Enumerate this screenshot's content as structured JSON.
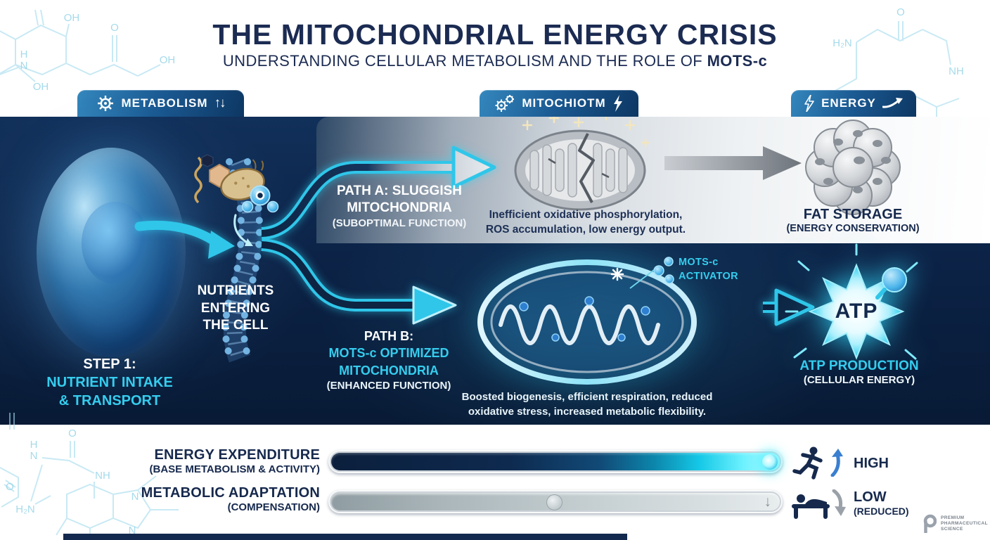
{
  "header": {
    "title": "THE MITOCHONDRIAL ENERGY CRISIS",
    "subtitle_prefix": "UNDERSTANDING CELLULAR METABOLISM AND THE ROLE OF ",
    "subtitle_bold": "MOTS-c"
  },
  "badges": [
    {
      "label": "METABOLISM",
      "left_icon": "gear-icon",
      "right_icon": "up-down-arrows-icon"
    },
    {
      "label": "MITOCHIOTM",
      "left_icon": "double-gear-icon",
      "right_icon": "lightning-bolt-icon"
    },
    {
      "label": "ENERGY",
      "left_icon": "lightning-bolt-icon",
      "right_icon": "rising-arrow-icon"
    }
  ],
  "cell_flow": {
    "step_label": "STEP 1:",
    "step_line2": "NUTRIENT INTAKE",
    "step_line3": "& TRANSPORT",
    "nutrients_line1": "NUTRIENTS",
    "nutrients_line2": "ENTERING",
    "nutrients_line3": "THE CELL"
  },
  "path_a": {
    "title_line1": "PATH A: SLUGGISH",
    "title_line2": "MITOCHONDRIA",
    "subtitle": "(SUBOPTIMAL FUNCTION)",
    "desc_line1": "Inefficient oxidative phosphorylation,",
    "desc_line2": "ROS accumulation, low energy output.",
    "outcome_title": "FAT STORAGE",
    "outcome_subtitle": "(ENERGY CONSERVATION)"
  },
  "path_b": {
    "title_line1": "PATH B:",
    "title_line2": "MOTS-c OPTIMIZED",
    "title_line3": "MITOCHONDRIA",
    "subtitle": "(ENHANCED FUNCTION)",
    "activator_line1": "MOTS-c",
    "activator_line2": "ACTIVATOR",
    "desc_line1": "Boosted biogenesis, efficient respiration, reduced",
    "desc_line2": "oxidative stress, increased metabolic flexibility.",
    "atp_text": "ATP",
    "outcome_title": "ATP PRODUCTION",
    "outcome_subtitle": "(CELLULAR ENERGY)"
  },
  "meters": [
    {
      "label": "ENERGY EXPENDITURE",
      "sublabel": "(BASE METABOLISM & ACTIVITY)",
      "level": "HIGH",
      "level_note": "",
      "icon": "runner-icon"
    },
    {
      "label": "METABOLIC ADAPTATION",
      "sublabel": "(COMPENSATION)",
      "level": "LOW",
      "level_note": "(REDUCED)",
      "icon": "person-in-bed-icon"
    }
  ],
  "logo": {
    "line1": "PREMIUM",
    "line2": "PHARMACEUTICAL",
    "line3": "SCIENCE"
  },
  "decor": {
    "header_left": [
      "OH",
      "O",
      "OH",
      "N",
      "H",
      "OH"
    ],
    "header_right": [
      "H₂N",
      "O",
      "NH",
      "H₂N",
      "H₂N",
      "O"
    ],
    "bottom_left": [
      "O",
      "H",
      "N",
      "NH",
      "H₂N",
      "N",
      "N",
      "O"
    ]
  },
  "colors": {
    "navy": "#16294d",
    "panel_dark": "#0b1f3d",
    "accent_cyan": "#2fc6e9",
    "light_path_bg": "#eef1f4",
    "gray_arrow": "#8d939b"
  }
}
